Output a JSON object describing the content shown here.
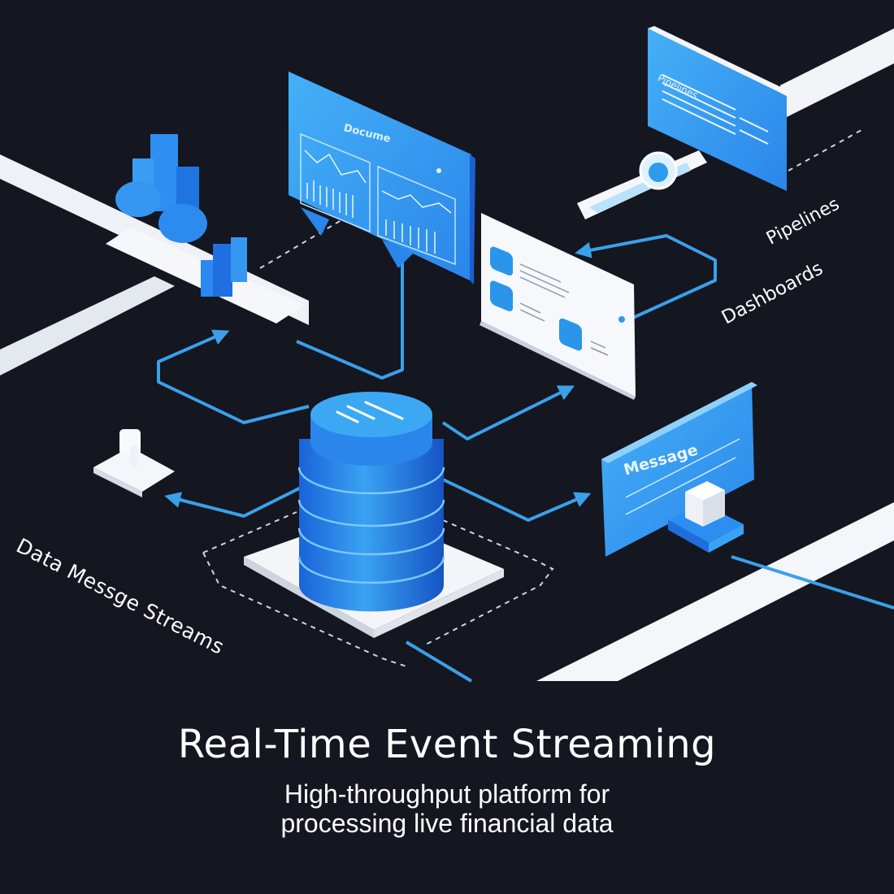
{
  "title": "Real-Time Event Streaming",
  "subtitle_line1": "High-throughput platform for",
  "subtitle_line2": "processing live financial data",
  "labels": {
    "data_streams": "Data Messge Streams",
    "pipelines": "Pipelines",
    "dashboards": "Dashboards"
  },
  "panels": {
    "analytics_monitor_title": "Docume",
    "pipelines_monitor_title": "Pipelines",
    "message_panel_title": "Message"
  },
  "icons": {
    "central": "database-cylinder-icon",
    "analytics": "bar-chart-cluster-icon",
    "producer": "sensor-node-icon",
    "dashboard_app": "app-window-icon",
    "pipeline_sync": "sync-icon",
    "message": "message-panel-icon"
  },
  "colors": {
    "background": "#141620",
    "accent_blue": "#2f9bf0",
    "deep_blue": "#1c6fe0",
    "connector": "#3aa0ea",
    "platform_white": "#f3f5f9"
  }
}
